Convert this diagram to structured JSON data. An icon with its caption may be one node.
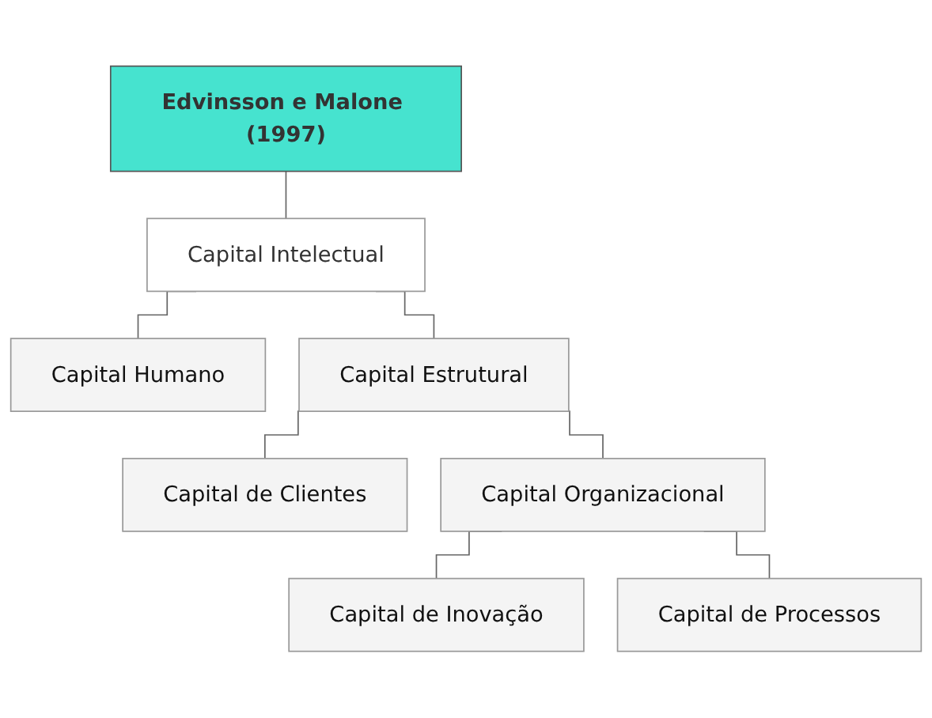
{
  "diagram": {
    "nodes": [
      {
        "text": [
          "Edvinsson e Malone (1997)"
        ]
      },
      {
        "text": [
          "Capital Intelectual"
        ]
      },
      {
        "text": [
          "Capital Humano"
        ]
      },
      {
        "text": [
          "Capital Estrutural"
        ]
      },
      {
        "text": [
          "Capital de Clientes"
        ]
      },
      {
        "text": [
          "Capital Organizacional"
        ]
      },
      {
        "text": [
          "Capital de Inovação"
        ]
      },
      {
        "text": [
          "Capital de Processos"
        ]
      }
    ],
    "edges": [
      {
        "from": 0,
        "to": 1,
        "arrow": "none"
      },
      {
        "from": 1,
        "to": 2,
        "arrow": "none"
      },
      {
        "from": 1,
        "to": 3,
        "arrow": "none"
      },
      {
        "from": 3,
        "to": 4,
        "arrow": "none"
      },
      {
        "from": 3,
        "to": 5,
        "arrow": "none"
      },
      {
        "from": 5,
        "to": 6,
        "arrow": "none"
      },
      {
        "from": 5,
        "to": 7,
        "arrow": "none"
      }
    ]
  }
}
